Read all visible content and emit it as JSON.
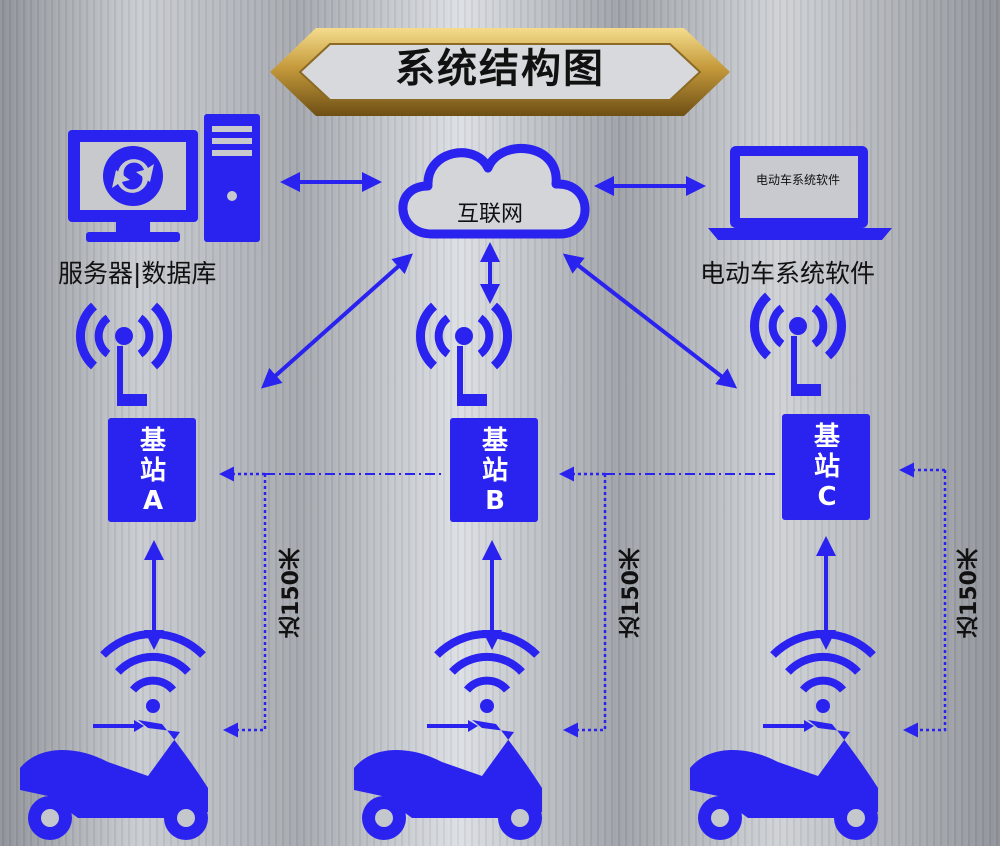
{
  "title": "系统结构图",
  "nodes": {
    "server": "服务器|数据库",
    "internet": "互联网",
    "software_screen": "电动车系统软件",
    "software_label": "电动车系统软件"
  },
  "stations": [
    {
      "line1": "基",
      "line2": "站",
      "letter": "A"
    },
    {
      "line1": "基",
      "line2": "站",
      "letter": "B"
    },
    {
      "line1": "基",
      "line2": "站",
      "letter": "C"
    }
  ],
  "distance_label": "达150米",
  "colors": {
    "accent": "#2a22ee",
    "title_gold": "#c9a24a",
    "text": "#111111"
  },
  "icons": [
    "desktop-computer-icon",
    "cloud-icon",
    "laptop-icon",
    "wifi-tower-icon",
    "wifi-signal-icon",
    "scooter-icon"
  ]
}
